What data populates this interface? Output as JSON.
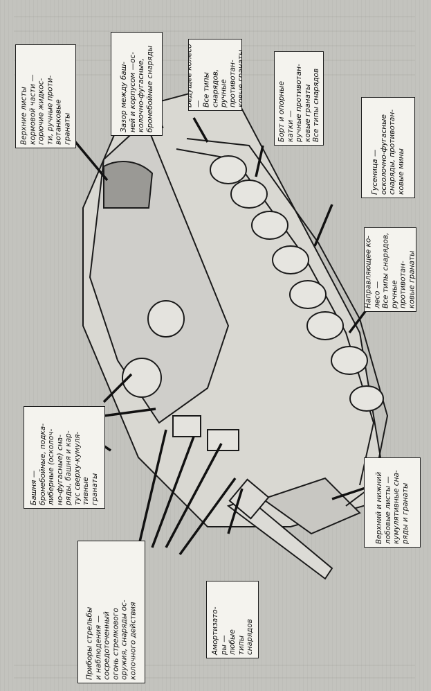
{
  "figure": {
    "callouts": [
      {
        "id": "upper-sheets",
        "text": "Верхние листы\nкормовой части —\nгорючие жидкос-\nти, ручные проти-\nвотанковые\nгранаты"
      },
      {
        "id": "hull-turret-gap",
        "text": "Зазор между баш-\nней и корпусом —ос-\nколочно-фугасные,\nбронебойные снаряды"
      },
      {
        "id": "drive-ring",
        "text": "Ведущее колесо —\nВсе типы снарядов,\nручные противотан-\nковые гранаты"
      },
      {
        "id": "side-support",
        "text": "Борт и опорные\nкатки —\nручные противотан-\nковые гранаты\nВсе типы снарядов"
      },
      {
        "id": "track",
        "text": "Гусеница —\nосколочно-фугасные\nснаряды, противотан-\nковые мины"
      },
      {
        "id": "idler",
        "text": "Направляющее ко-\nлесо —\nВсе типы снарядов,\nручные противотан-\nковые гранаты"
      },
      {
        "id": "turret",
        "text": "Башня —\nбронебойные, подка-\nлиберные (осколоч-\nно-фугасные) сна-\nряды, башня и кар-\nтус сверху-кумуля-\nтивные\nгранаты"
      },
      {
        "id": "sights",
        "text": "Приборы стрельбы\nи наблюдения —\nсосредоточенный\nогонь стрелкового\nоружия, снаряды ос-\nколочного действия"
      },
      {
        "id": "shock-absorbers",
        "text": "Амортизато-\nры —\nлюбые\nтипы\nснарядов"
      },
      {
        "id": "front-sheets",
        "text": "Верхний и нижний\nлобовые листы —\nкумулятивные сна-\nряды и гранаты"
      }
    ]
  }
}
